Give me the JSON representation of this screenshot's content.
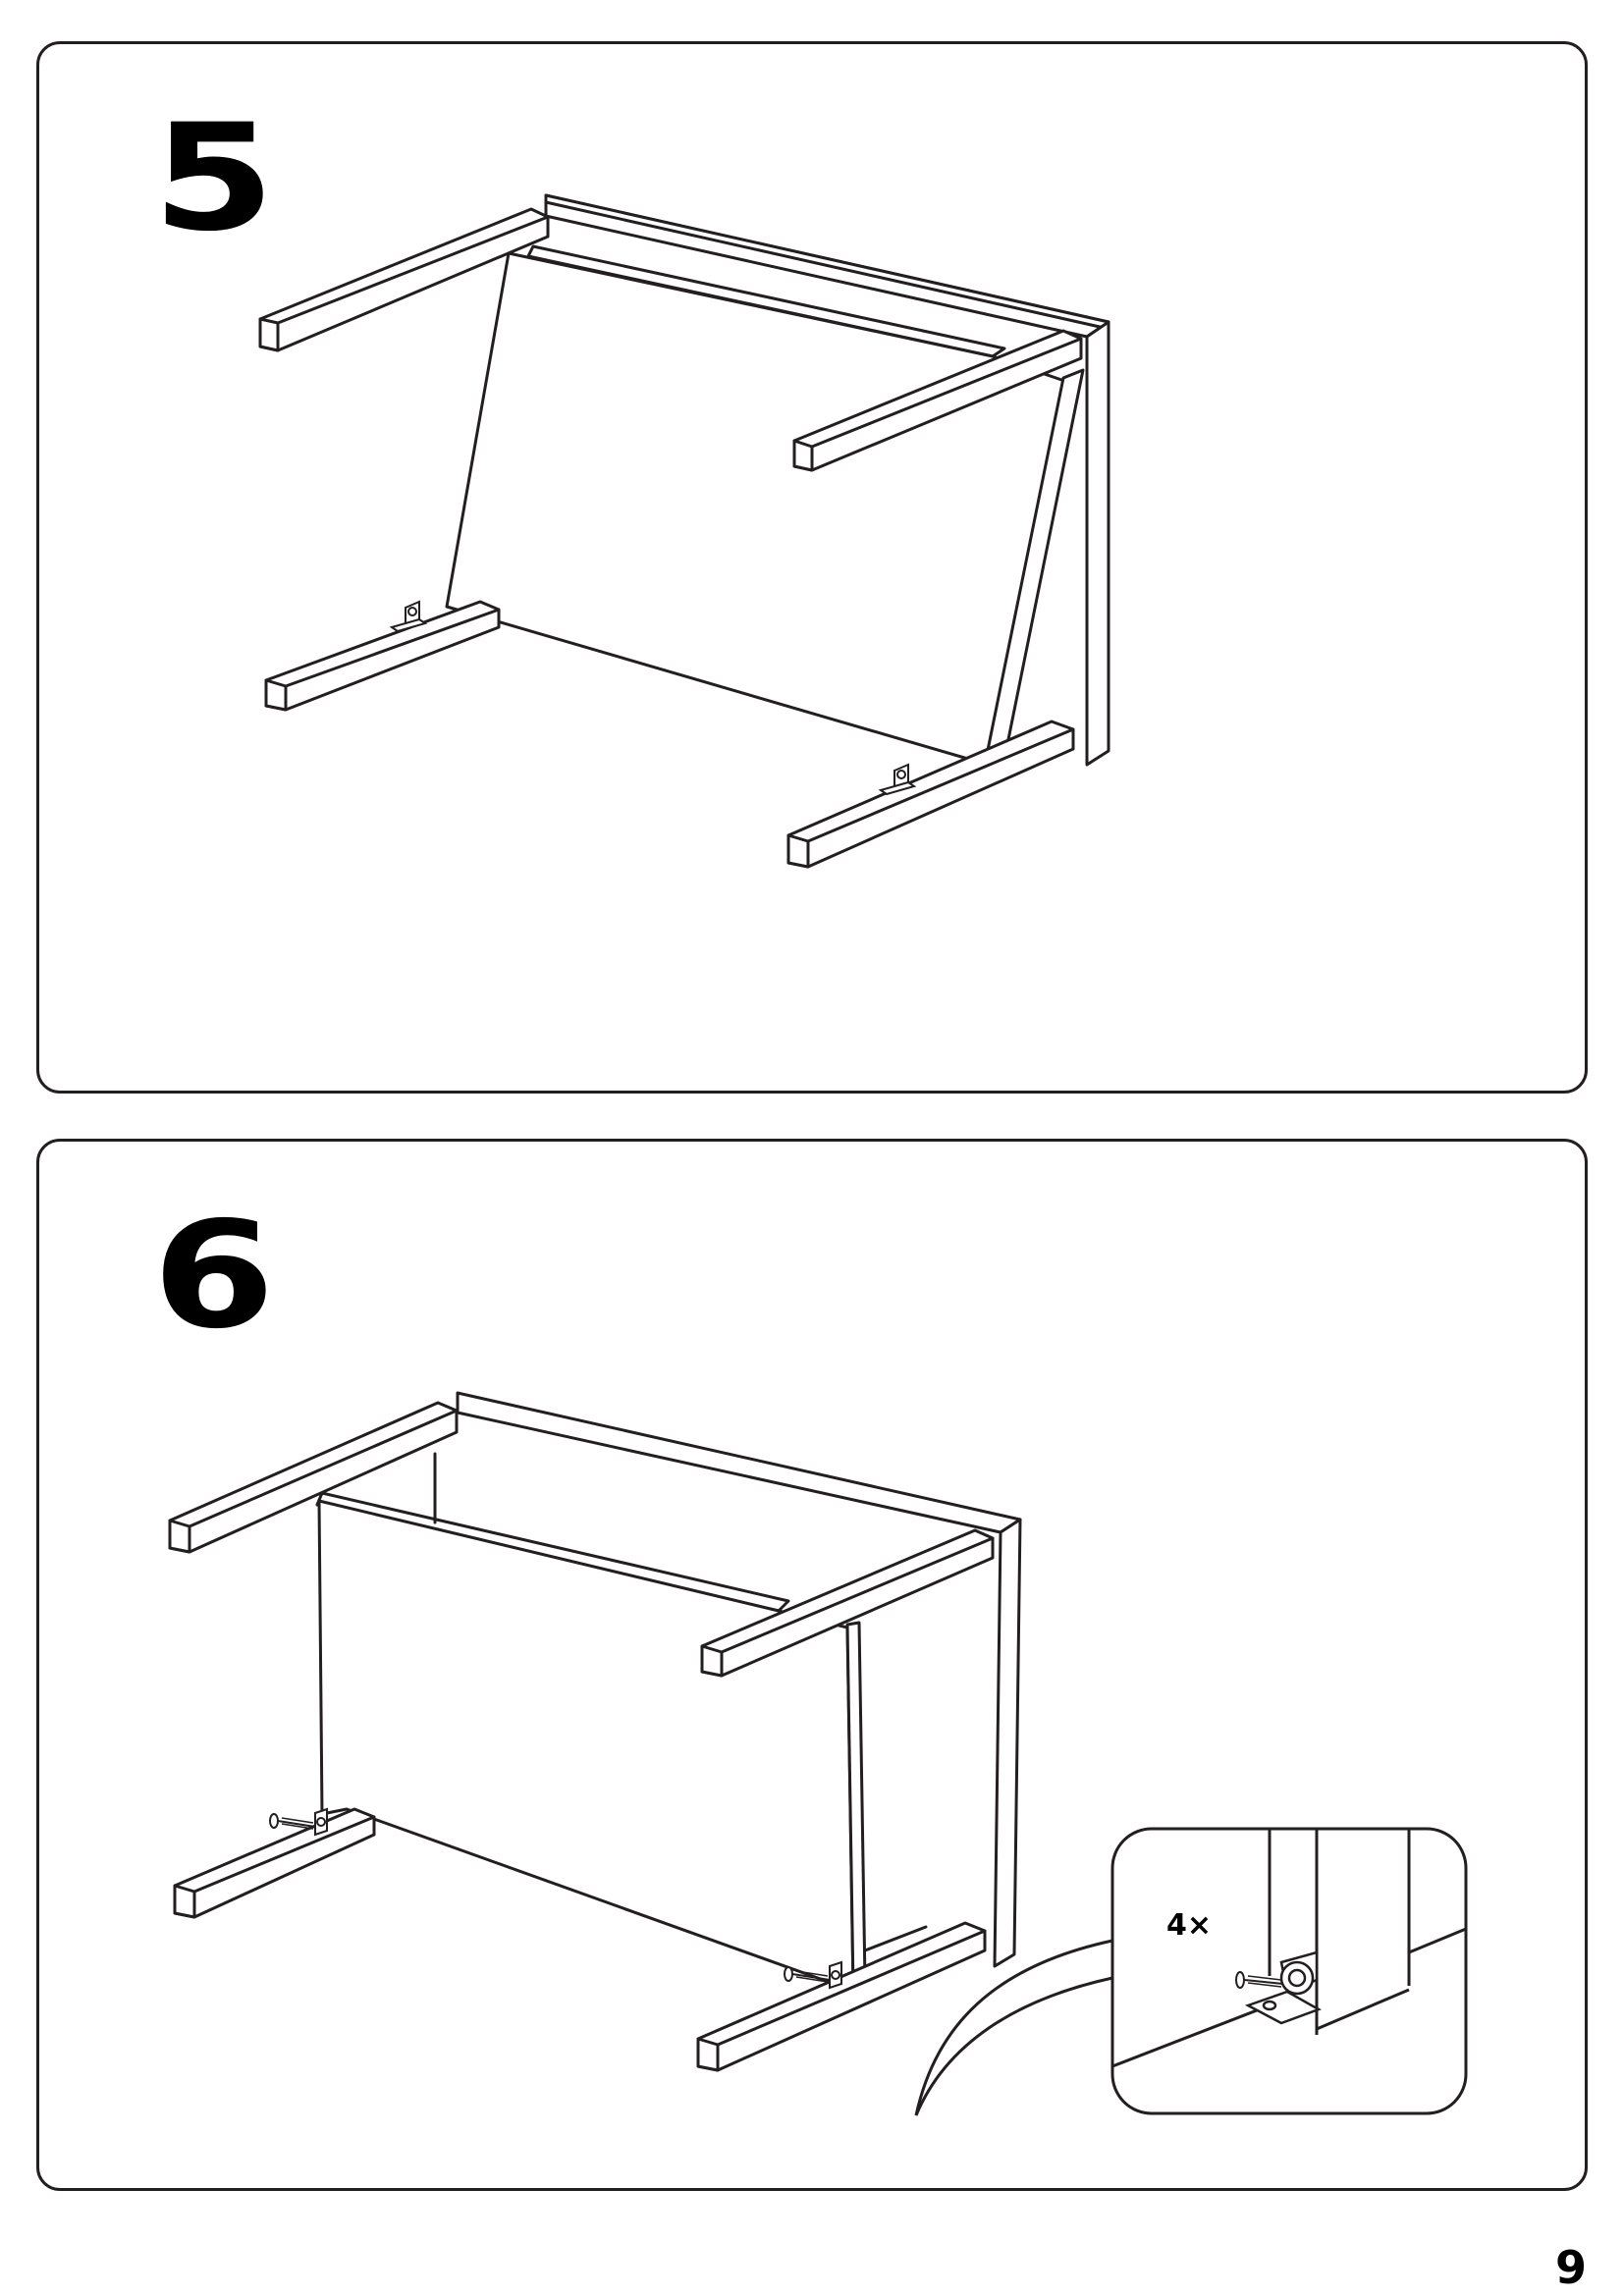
{
  "steps": [
    {
      "number": "5"
    },
    {
      "number": "6"
    }
  ],
  "detail_inset": {
    "quantity_label": "4×"
  },
  "page": {
    "number": "9"
  },
  "icons": {
    "bracket": "l-bracket-icon",
    "screw": "screw-icon"
  },
  "colors": {
    "line": "#231f20",
    "background": "#ffffff"
  }
}
